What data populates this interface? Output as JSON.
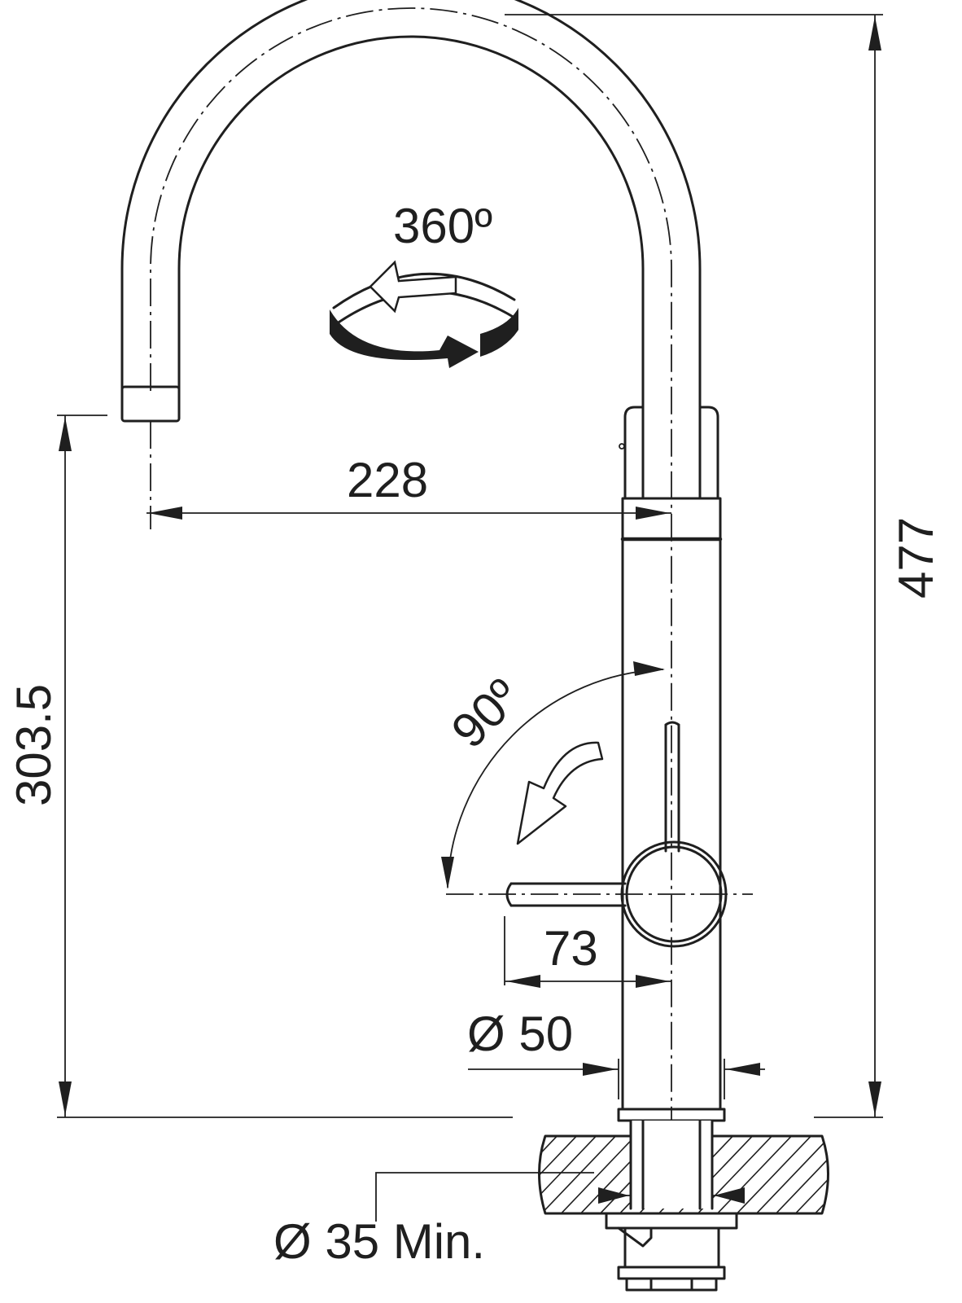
{
  "dimensions": {
    "rotation_spout": "360º",
    "reach": "228",
    "total_height": "477",
    "spout_height": "303.5",
    "lever_angle": "90º",
    "lever_length": "73",
    "body_diameter": "Ø 50",
    "hole_diameter": "Ø 35 Min."
  },
  "colors": {
    "line": "#1f1f1f",
    "background": "#ffffff"
  },
  "icons": {
    "rotation": "rotate-360-arrow-icon",
    "lever_motion": "curved-arrow-icon"
  }
}
